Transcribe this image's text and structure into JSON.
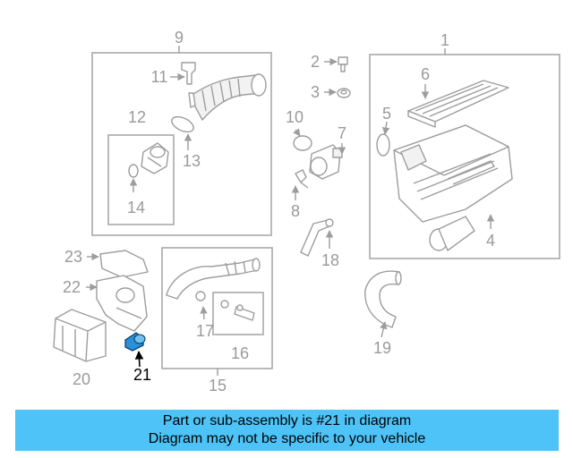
{
  "callouts": {
    "c1": "1",
    "c2": "2",
    "c3": "3",
    "c4": "4",
    "c5": "5",
    "c6": "6",
    "c7": "7",
    "c8": "8",
    "c9": "9",
    "c10": "10",
    "c11": "11",
    "c12": "12",
    "c13": "13",
    "c14": "14",
    "c15": "15",
    "c16": "16",
    "c17": "17",
    "c18": "18",
    "c19": "19",
    "c20": "20",
    "c21": "21",
    "c22": "22",
    "c23": "23"
  },
  "highlighted_part": "21",
  "colors": {
    "banner": "#4dc3f7",
    "part_line": "#9d9d9d",
    "highlight_part": "#2a8fd6"
  },
  "banner": {
    "line1": "Part or sub-assembly is #21 in diagram",
    "line2": "Diagram may not be specific to your vehicle"
  }
}
